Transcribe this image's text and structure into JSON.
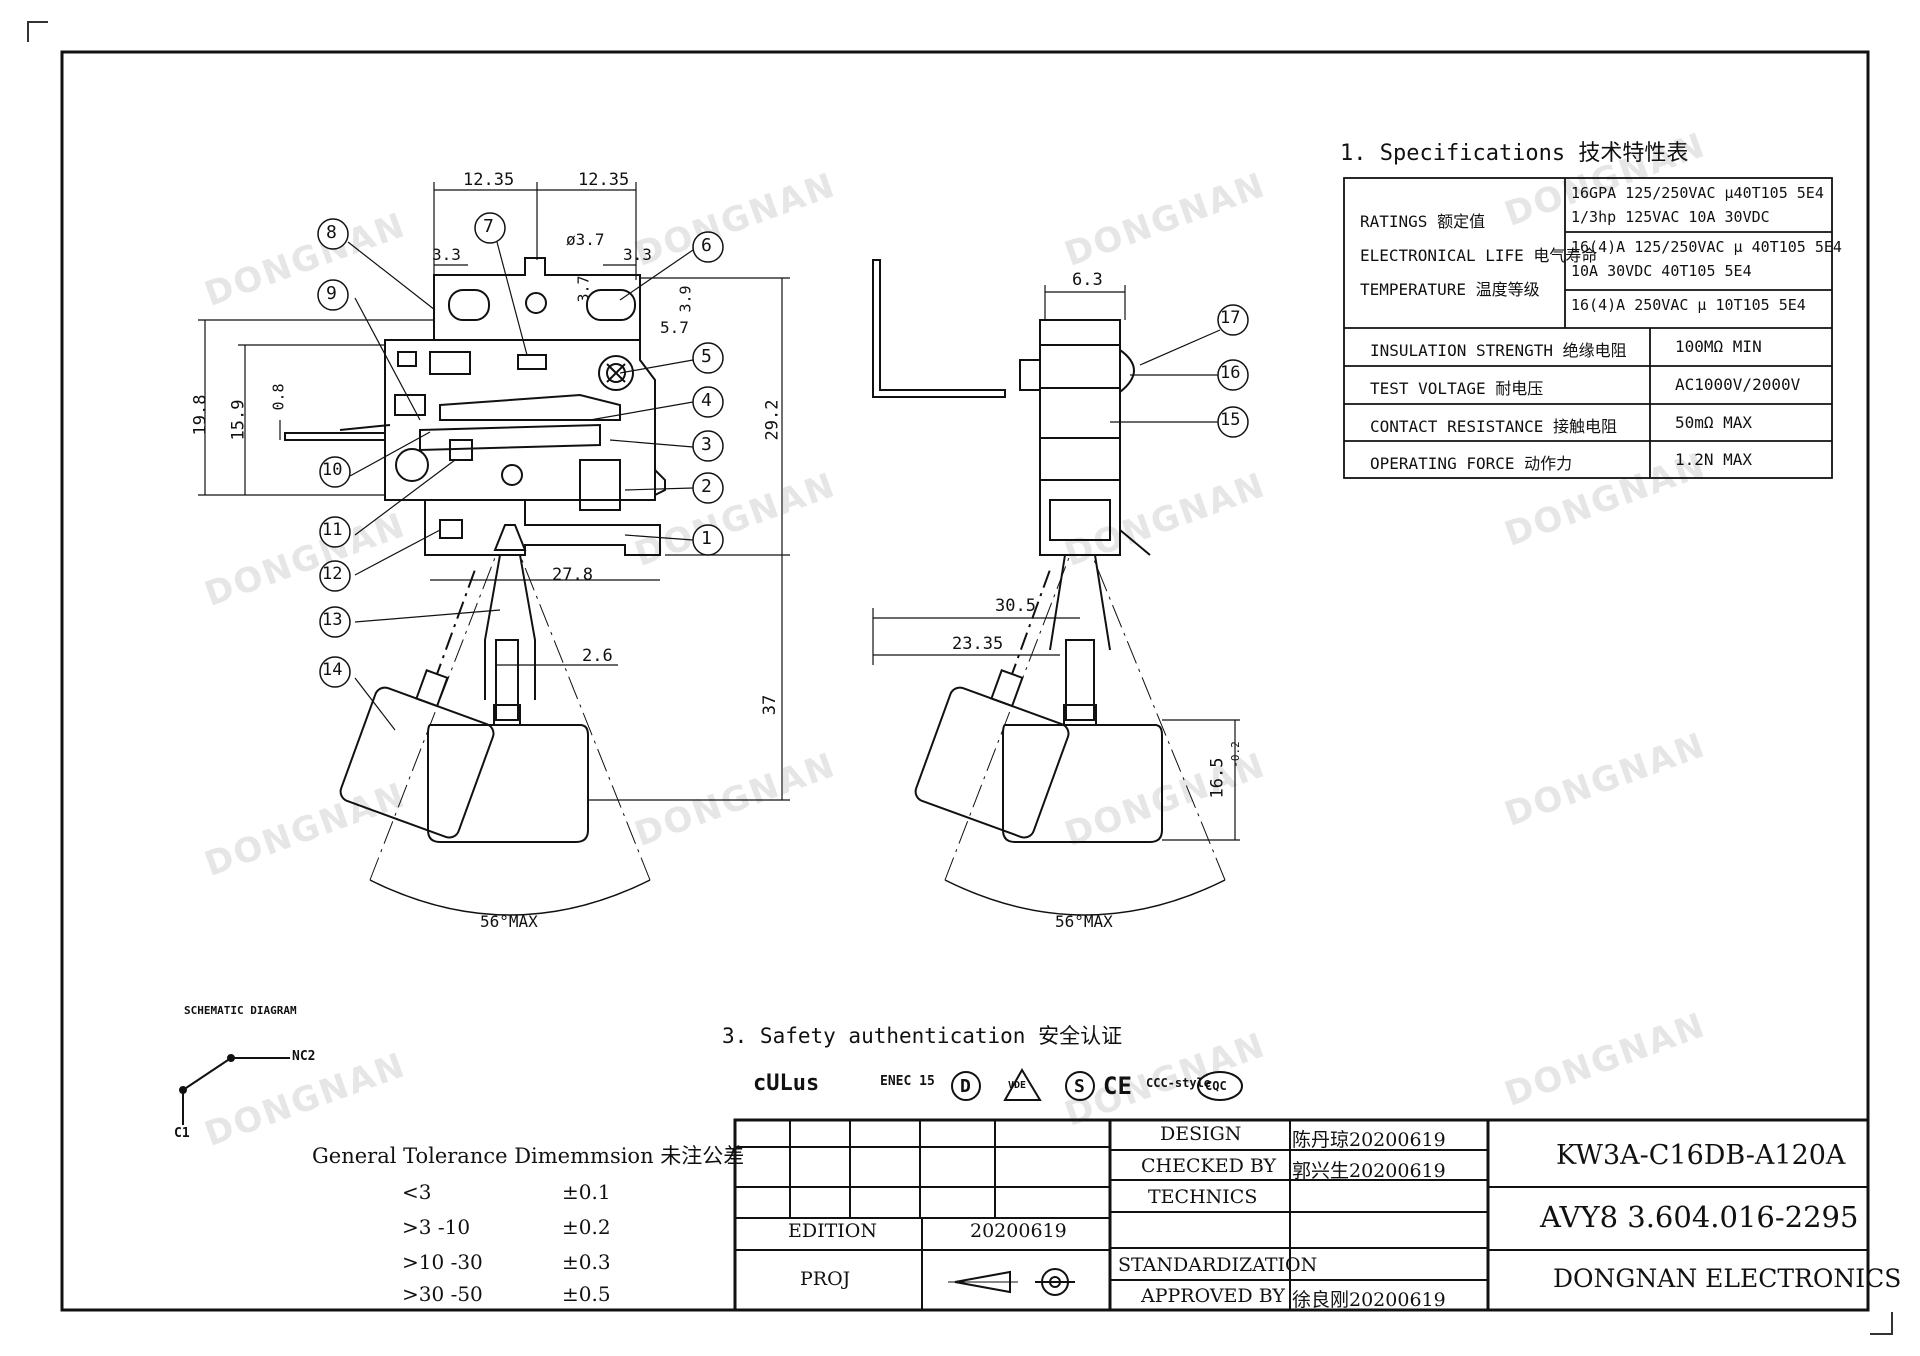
{
  "specifications": {
    "title": "1. Specifications  技术特性表",
    "rows_top": {
      "labels": [
        "RATINGS 额定值",
        "ELECTRONICAL LIFE 电气寿命",
        "TEMPERATURE 温度等级"
      ],
      "values": [
        "16GPA 125/250VAC μ40T105 5E4",
        "1/3hp 125VAC  10A 30VDC",
        "16(4)A 125/250VAC μ 40T105 5E4",
        "10A 30VDC 40T105 5E4",
        "16(4)A 250VAC μ 10T105  5E4"
      ]
    },
    "rows": [
      {
        "label": "INSULATION STRENGTH 绝缘电阻",
        "value": "100MΩ MIN"
      },
      {
        "label": "TEST VOLTAGE 耐电压",
        "value": "AC1000V/2000V"
      },
      {
        "label": "CONTACT RESISTANCE 接触电阻",
        "value": "50mΩ MAX"
      },
      {
        "label": "OPERATING FORCE 动作力",
        "value": "1.2N MAX"
      }
    ]
  },
  "front_view": {
    "dims": {
      "w_left": "12.35",
      "w_right": "12.35",
      "d33a": "3.3",
      "d33b": "3.3",
      "dia": "ø3.7",
      "d37": "3.7",
      "d39": "3.9",
      "d57": "5.7",
      "h198": "19.8",
      "h159": "15.9",
      "h08": "0.8",
      "h292": "29.2",
      "w278": "27.8",
      "w26": "2.6",
      "h37": "37",
      "angle": "56°MAX"
    },
    "callouts": [
      "1",
      "2",
      "3",
      "4",
      "5",
      "6",
      "7",
      "8",
      "9",
      "10",
      "11",
      "12",
      "13",
      "14"
    ]
  },
  "side_view": {
    "dims": {
      "w63": "6.3",
      "w305": "30.5",
      "w2335": "23.35",
      "h165": "16.5",
      "h165_tol": "-0.2",
      "angle": "56°MAX"
    },
    "callouts": [
      "15",
      "16",
      "17"
    ]
  },
  "schematic": {
    "title": "SCHEMATIC DIAGRAM",
    "nc": "NC2",
    "c": "C1"
  },
  "safety": {
    "title": "3. Safety authentication  安全认证",
    "marks": [
      "cULus",
      "ENEC 15",
      "D",
      "VDE",
      "S",
      "CE",
      "CCC-style",
      "CQC"
    ]
  },
  "tolerance": {
    "title": "General Tolerance Dimemmsion 未注公差",
    "rows": [
      {
        "range": "<3",
        "tol": "±0.1"
      },
      {
        "range": ">3 -10",
        "tol": "±0.2"
      },
      {
        "range": ">10 -30",
        "tol": "±0.3"
      },
      {
        "range": ">30 -50",
        "tol": "±0.5"
      }
    ]
  },
  "title_block": {
    "edition_label": "EDITION",
    "edition_value": "20200619",
    "proj_label": "PROJ",
    "design_label": "DESIGN",
    "design_value": "陈丹琼20200619",
    "checked_label": "CHECKED BY",
    "checked_value": "郭兴生20200619",
    "technics_label": "TECHNICS",
    "standard_label": "STANDARDIZATION",
    "approved_label": "APPROVED BY",
    "approved_value": "徐良刚20200619",
    "part_no": "KW3A-C16DB-A120A",
    "doc_no": "AVY8 3.604.016-2295",
    "company": "DONGNAN ELECTRONICS"
  },
  "watermark": "DONGNAN"
}
